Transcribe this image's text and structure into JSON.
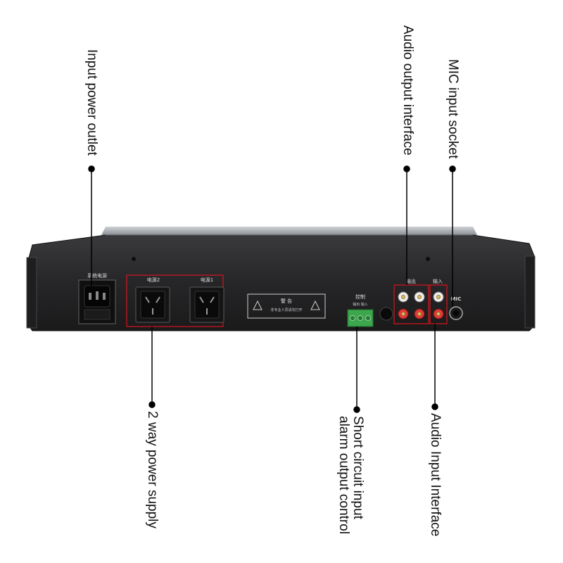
{
  "callouts": {
    "input_power_outlet": "Input power outlet",
    "audio_output_interface": "Audio output interface",
    "mic_input_socket": "MIC input socket",
    "two_way_power_supply": "2 way power supply",
    "short_circuit_line1": "Short circuit input",
    "short_circuit_line2": "alarm output control",
    "audio_input_interface": "Audio Input Interface"
  },
  "panel": {
    "system_power_label": "系统电源",
    "power2_label": "电源2",
    "power1_label": "电源1",
    "warning_title": "警 告",
    "warning_text": "非专业人员请勿打开",
    "control_label": "控制",
    "control_sub": "输出  输入",
    "output_label": "输出",
    "input_label": "输入",
    "mic_label": "MIC"
  },
  "colors": {
    "chassis": "#2a2a2c",
    "highlight_box": "#d8141c",
    "terminal_block": "#3da74e",
    "callout_line": "#000000"
  }
}
